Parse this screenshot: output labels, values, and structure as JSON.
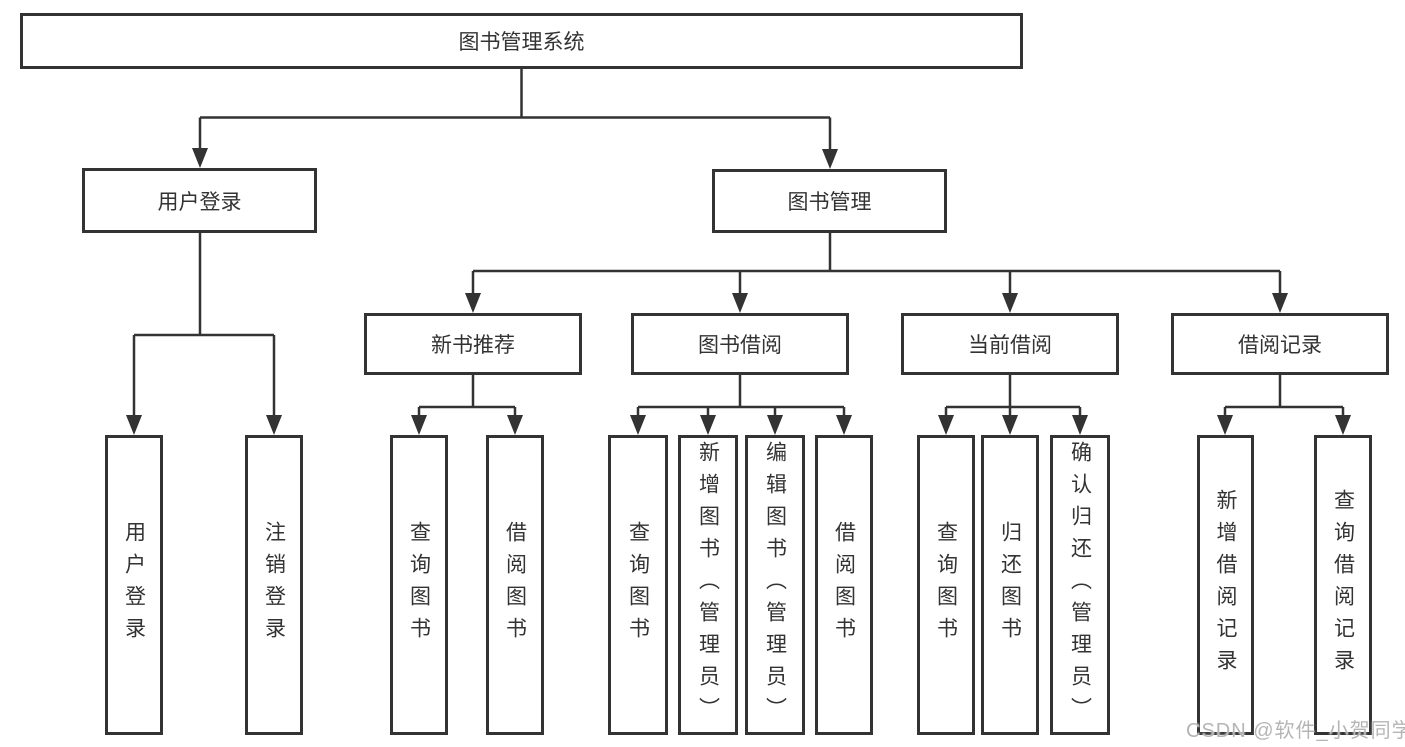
{
  "tree": {
    "root": {
      "label": "图书管理系统",
      "children": [
        {
          "label": "用户登录",
          "children": [
            {
              "label": "用户登录"
            },
            {
              "label": "注销登录"
            }
          ]
        },
        {
          "label": "图书管理",
          "children": [
            {
              "label": "新书推荐",
              "children": [
                {
                  "label": "查询图书"
                },
                {
                  "label": "借阅图书"
                }
              ]
            },
            {
              "label": "图书借阅",
              "children": [
                {
                  "label": "查询图书"
                },
                {
                  "label": "新增图书（管理员）"
                },
                {
                  "label": "编辑图书（管理员）"
                },
                {
                  "label": "借阅图书"
                }
              ]
            },
            {
              "label": "当前借阅",
              "children": [
                {
                  "label": "查询图书"
                },
                {
                  "label": "归还图书"
                },
                {
                  "label": "确认归还（管理员）"
                }
              ]
            },
            {
              "label": "借阅记录",
              "children": [
                {
                  "label": "新增借阅记录"
                },
                {
                  "label": "查询借阅记录"
                }
              ]
            }
          ]
        }
      ]
    }
  },
  "colors": {
    "line": "#333333",
    "box_border": "#333333",
    "box_fill": "#ffffff",
    "text": "#333333",
    "watermark": "#b5b5b5"
  },
  "watermark": {
    "text": "CSDN @软件_小贺同学"
  }
}
